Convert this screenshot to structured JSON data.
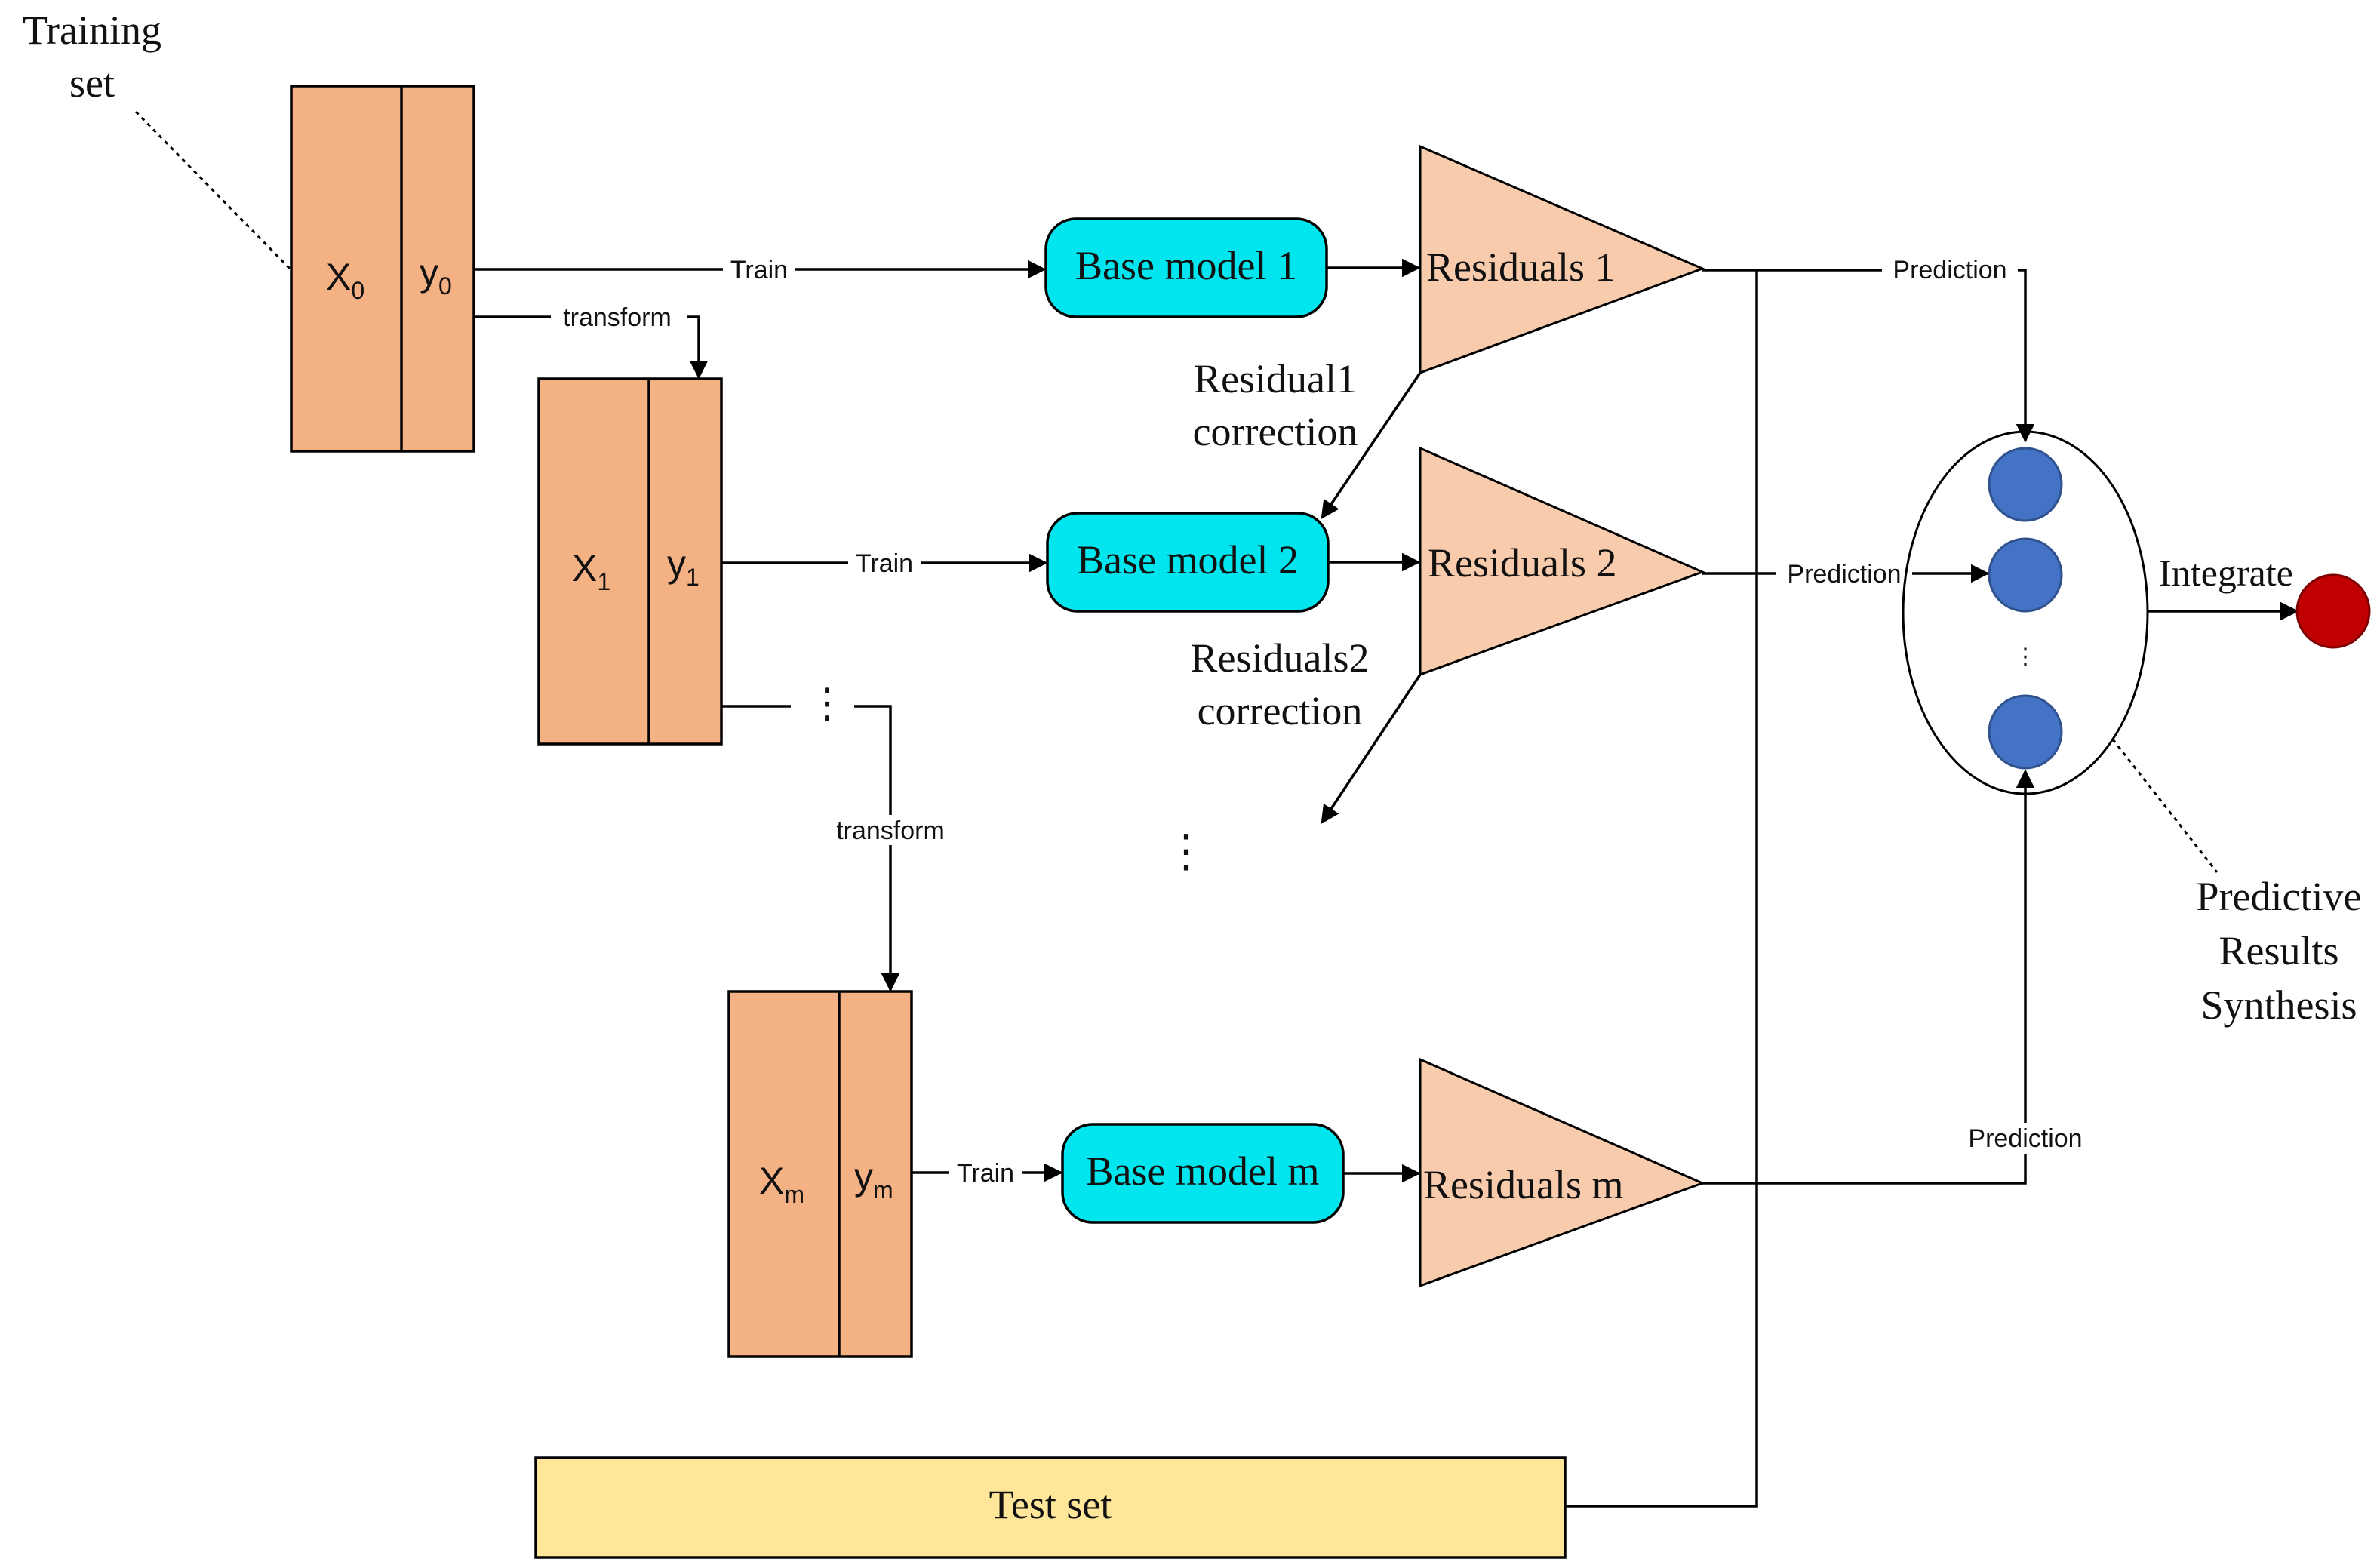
{
  "training_set": {
    "line1": "Training",
    "line2": "set"
  },
  "datasets": [
    {
      "x_main": "X",
      "x_sub": "0",
      "y_main": "y",
      "y_sub": "0"
    },
    {
      "x_main": "X",
      "x_sub": "1",
      "y_main": "y",
      "y_sub": "1"
    },
    {
      "x_main": "X",
      "x_sub": "m",
      "y_main": "y",
      "y_sub": "m"
    }
  ],
  "base_models": [
    "Base model 1",
    "Base model 2",
    "Base model m"
  ],
  "residuals": [
    "Residuals 1",
    "Residuals 2",
    "Residuals m"
  ],
  "corrections": [
    {
      "line1": "Residual1",
      "line2": "correction"
    },
    {
      "line1": "Residuals2",
      "line2": "correction"
    }
  ],
  "edge_labels": {
    "train": "Train",
    "transform": "transform",
    "prediction": "Prediction",
    "integrate": "Integrate"
  },
  "ellipsis": "⋮",
  "synthesis": {
    "line1": "Predictive",
    "line2": "Results",
    "line3": "Synthesis"
  },
  "test_set": "Test set",
  "colors": {
    "dataset_fill": "#f4b183",
    "model_fill": "#00e5ee",
    "residual_fill": "#f8cbad",
    "test_fill": "#ffe699",
    "prediction_node": "#4472c4",
    "output_node": "#c00000"
  }
}
